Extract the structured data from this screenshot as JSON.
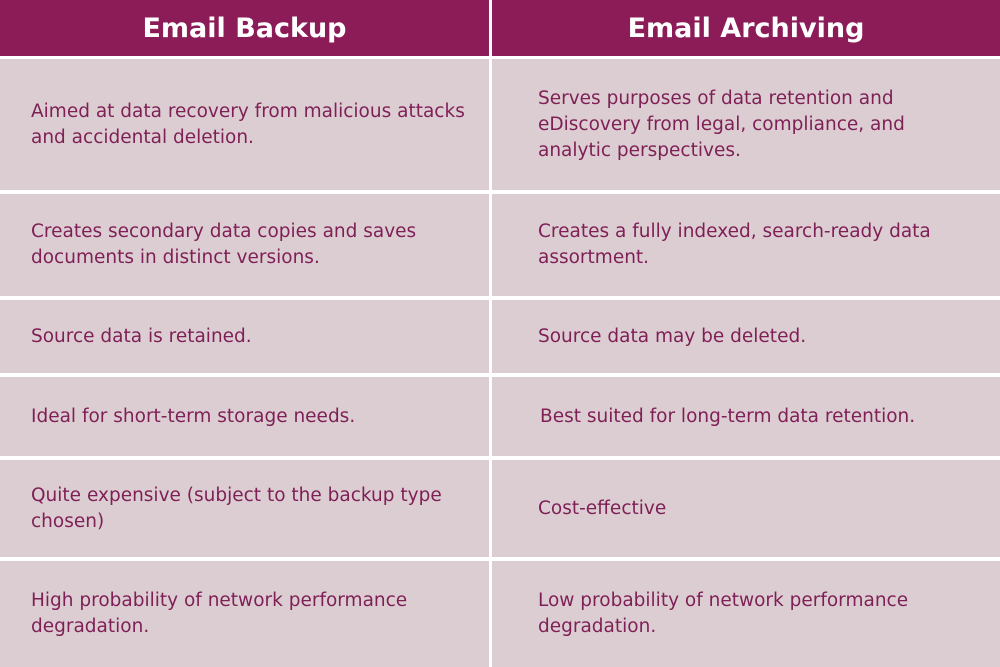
{
  "table": {
    "headers": [
      "Email Backup",
      "Email Archiving"
    ],
    "rows": [
      [
        "Aimed at data recovery from malicious attacks and accidental deletion.",
        "Serves purposes of data retention and eDiscovery from legal, compliance, and analytic perspectives."
      ],
      [
        "Creates secondary data copies and saves documents in distinct versions.",
        "Creates a fully indexed, search-ready data assortment."
      ],
      [
        "Source data is retained.",
        "Source data may be deleted."
      ],
      [
        "Ideal for short-term storage needs.",
        "Best suited for long-term data retention."
      ],
      [
        "Quite expensive (subject to the backup type chosen)",
        "Cost-effective"
      ],
      [
        "High probability of network performance degradation.",
        "Low probability of network performance degradation."
      ]
    ]
  },
  "colors": {
    "header_bg": "#8b1c58",
    "header_text": "#ffffff",
    "cell_bg": "#dccdd2",
    "cell_text": "#7e1f55",
    "divider": "#ffffff"
  }
}
